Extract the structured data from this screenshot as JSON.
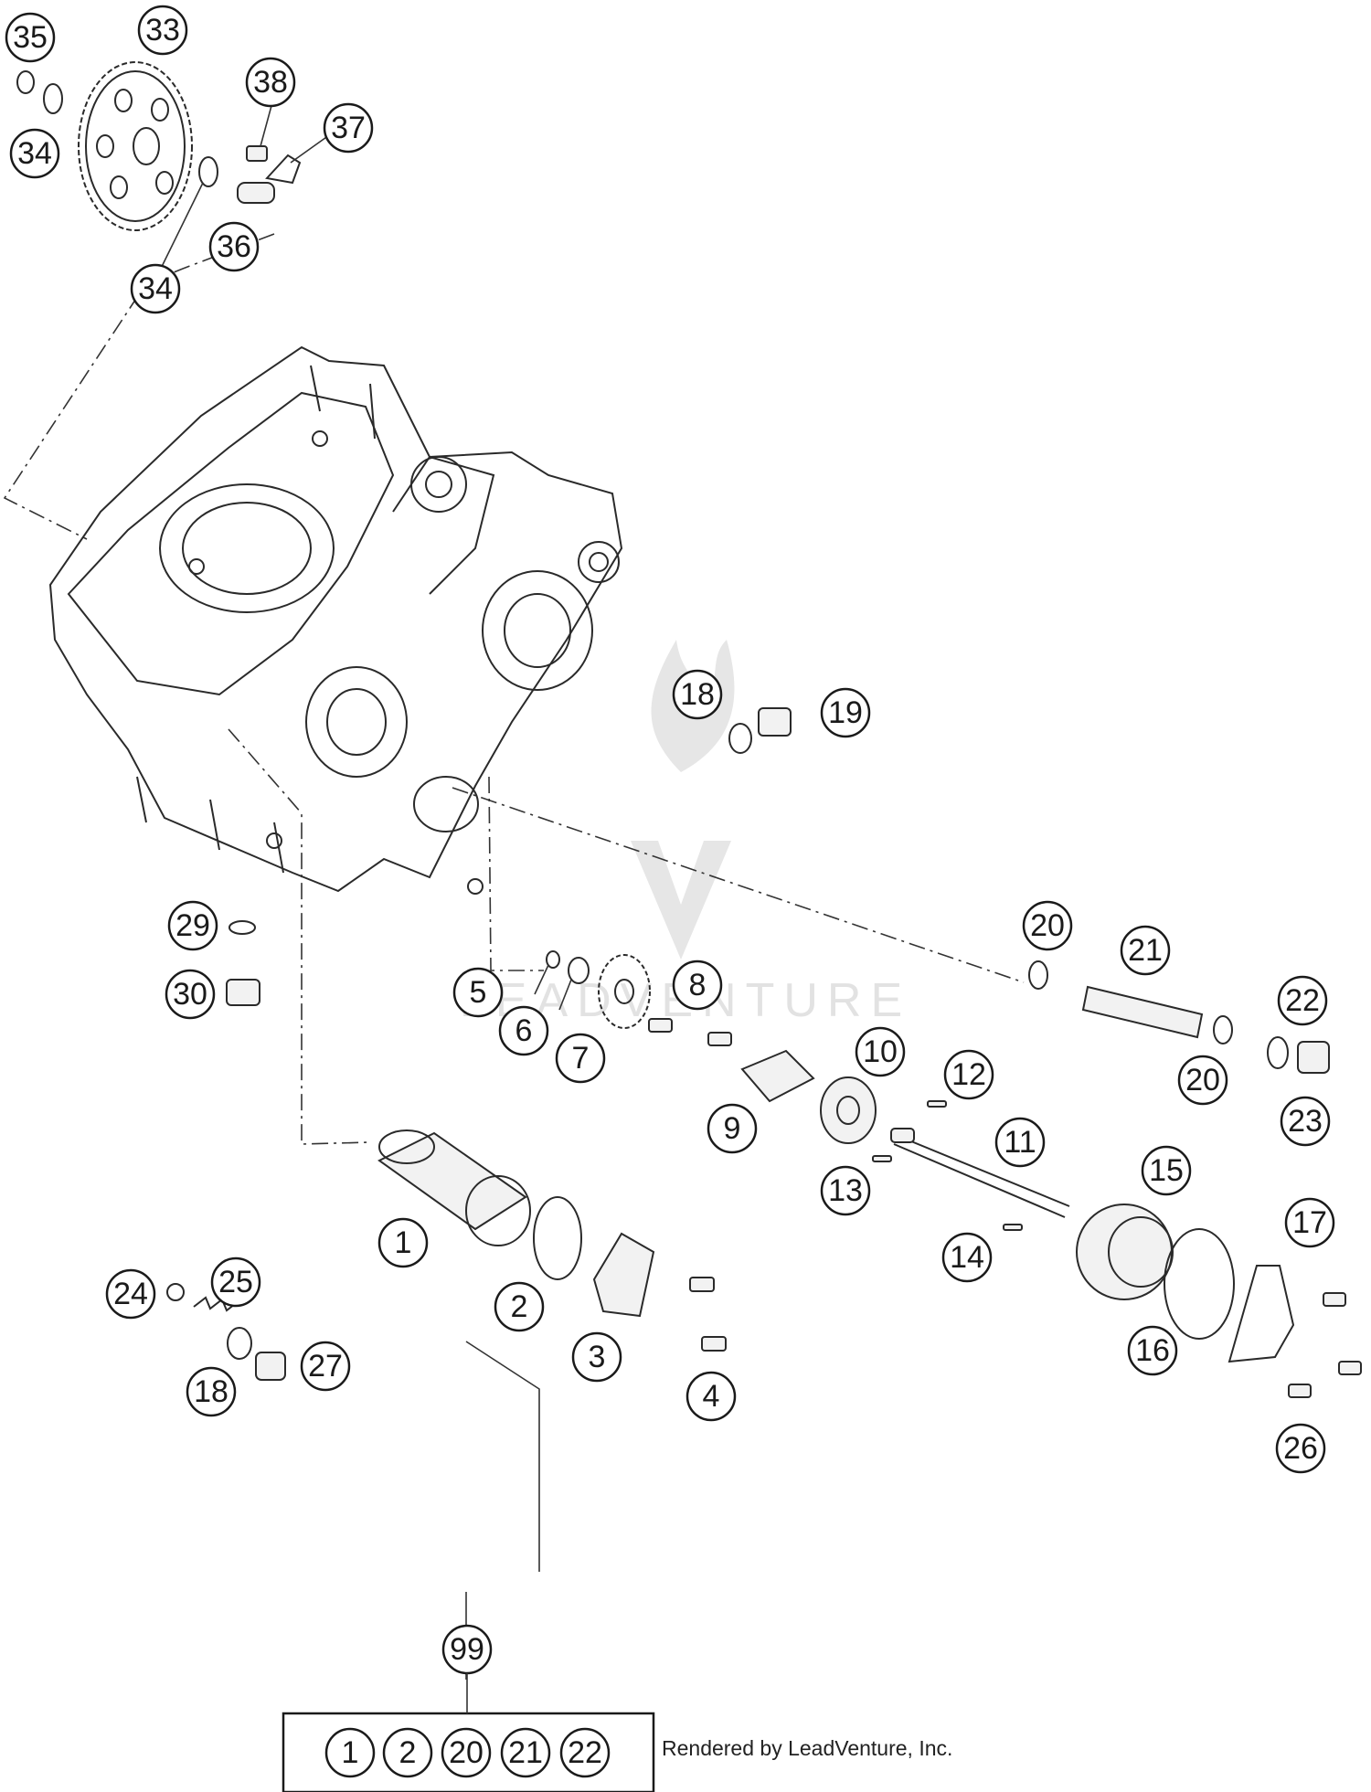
{
  "watermark_text": "LEADVENTURE",
  "credit": "Rendered by LeadVenture, Inc.",
  "callouts": [
    {
      "id": "c35",
      "label": "35"
    },
    {
      "id": "c33",
      "label": "33"
    },
    {
      "id": "c34a",
      "label": "34"
    },
    {
      "id": "c34b",
      "label": "34"
    },
    {
      "id": "c38",
      "label": "38"
    },
    {
      "id": "c37",
      "label": "37"
    },
    {
      "id": "c36",
      "label": "36"
    },
    {
      "id": "c18a",
      "label": "18"
    },
    {
      "id": "c19",
      "label": "19"
    },
    {
      "id": "c29",
      "label": "29"
    },
    {
      "id": "c30",
      "label": "30"
    },
    {
      "id": "c20a",
      "label": "20"
    },
    {
      "id": "c21",
      "label": "21"
    },
    {
      "id": "c22",
      "label": "22"
    },
    {
      "id": "c20b",
      "label": "20"
    },
    {
      "id": "c23",
      "label": "23"
    },
    {
      "id": "c5",
      "label": "5"
    },
    {
      "id": "c8",
      "label": "8"
    },
    {
      "id": "c6",
      "label": "6"
    },
    {
      "id": "c7",
      "label": "7"
    },
    {
      "id": "c10",
      "label": "10"
    },
    {
      "id": "c12",
      "label": "12"
    },
    {
      "id": "c9",
      "label": "9"
    },
    {
      "id": "c11",
      "label": "11"
    },
    {
      "id": "c13",
      "label": "13"
    },
    {
      "id": "c15",
      "label": "15"
    },
    {
      "id": "c17",
      "label": "17"
    },
    {
      "id": "c1",
      "label": "1"
    },
    {
      "id": "c14",
      "label": "14"
    },
    {
      "id": "c24",
      "label": "24"
    },
    {
      "id": "c25",
      "label": "25"
    },
    {
      "id": "c2",
      "label": "2"
    },
    {
      "id": "c3",
      "label": "3"
    },
    {
      "id": "c16",
      "label": "16"
    },
    {
      "id": "c27",
      "label": "27"
    },
    {
      "id": "c18b",
      "label": "18"
    },
    {
      "id": "c4",
      "label": "4"
    },
    {
      "id": "c26",
      "label": "26"
    },
    {
      "id": "c99",
      "label": "99"
    }
  ],
  "kit_99_contents": [
    {
      "id": "k1",
      "label": "1"
    },
    {
      "id": "k2",
      "label": "2"
    },
    {
      "id": "k20",
      "label": "20"
    },
    {
      "id": "k21",
      "label": "21"
    },
    {
      "id": "k22",
      "label": "22"
    }
  ]
}
